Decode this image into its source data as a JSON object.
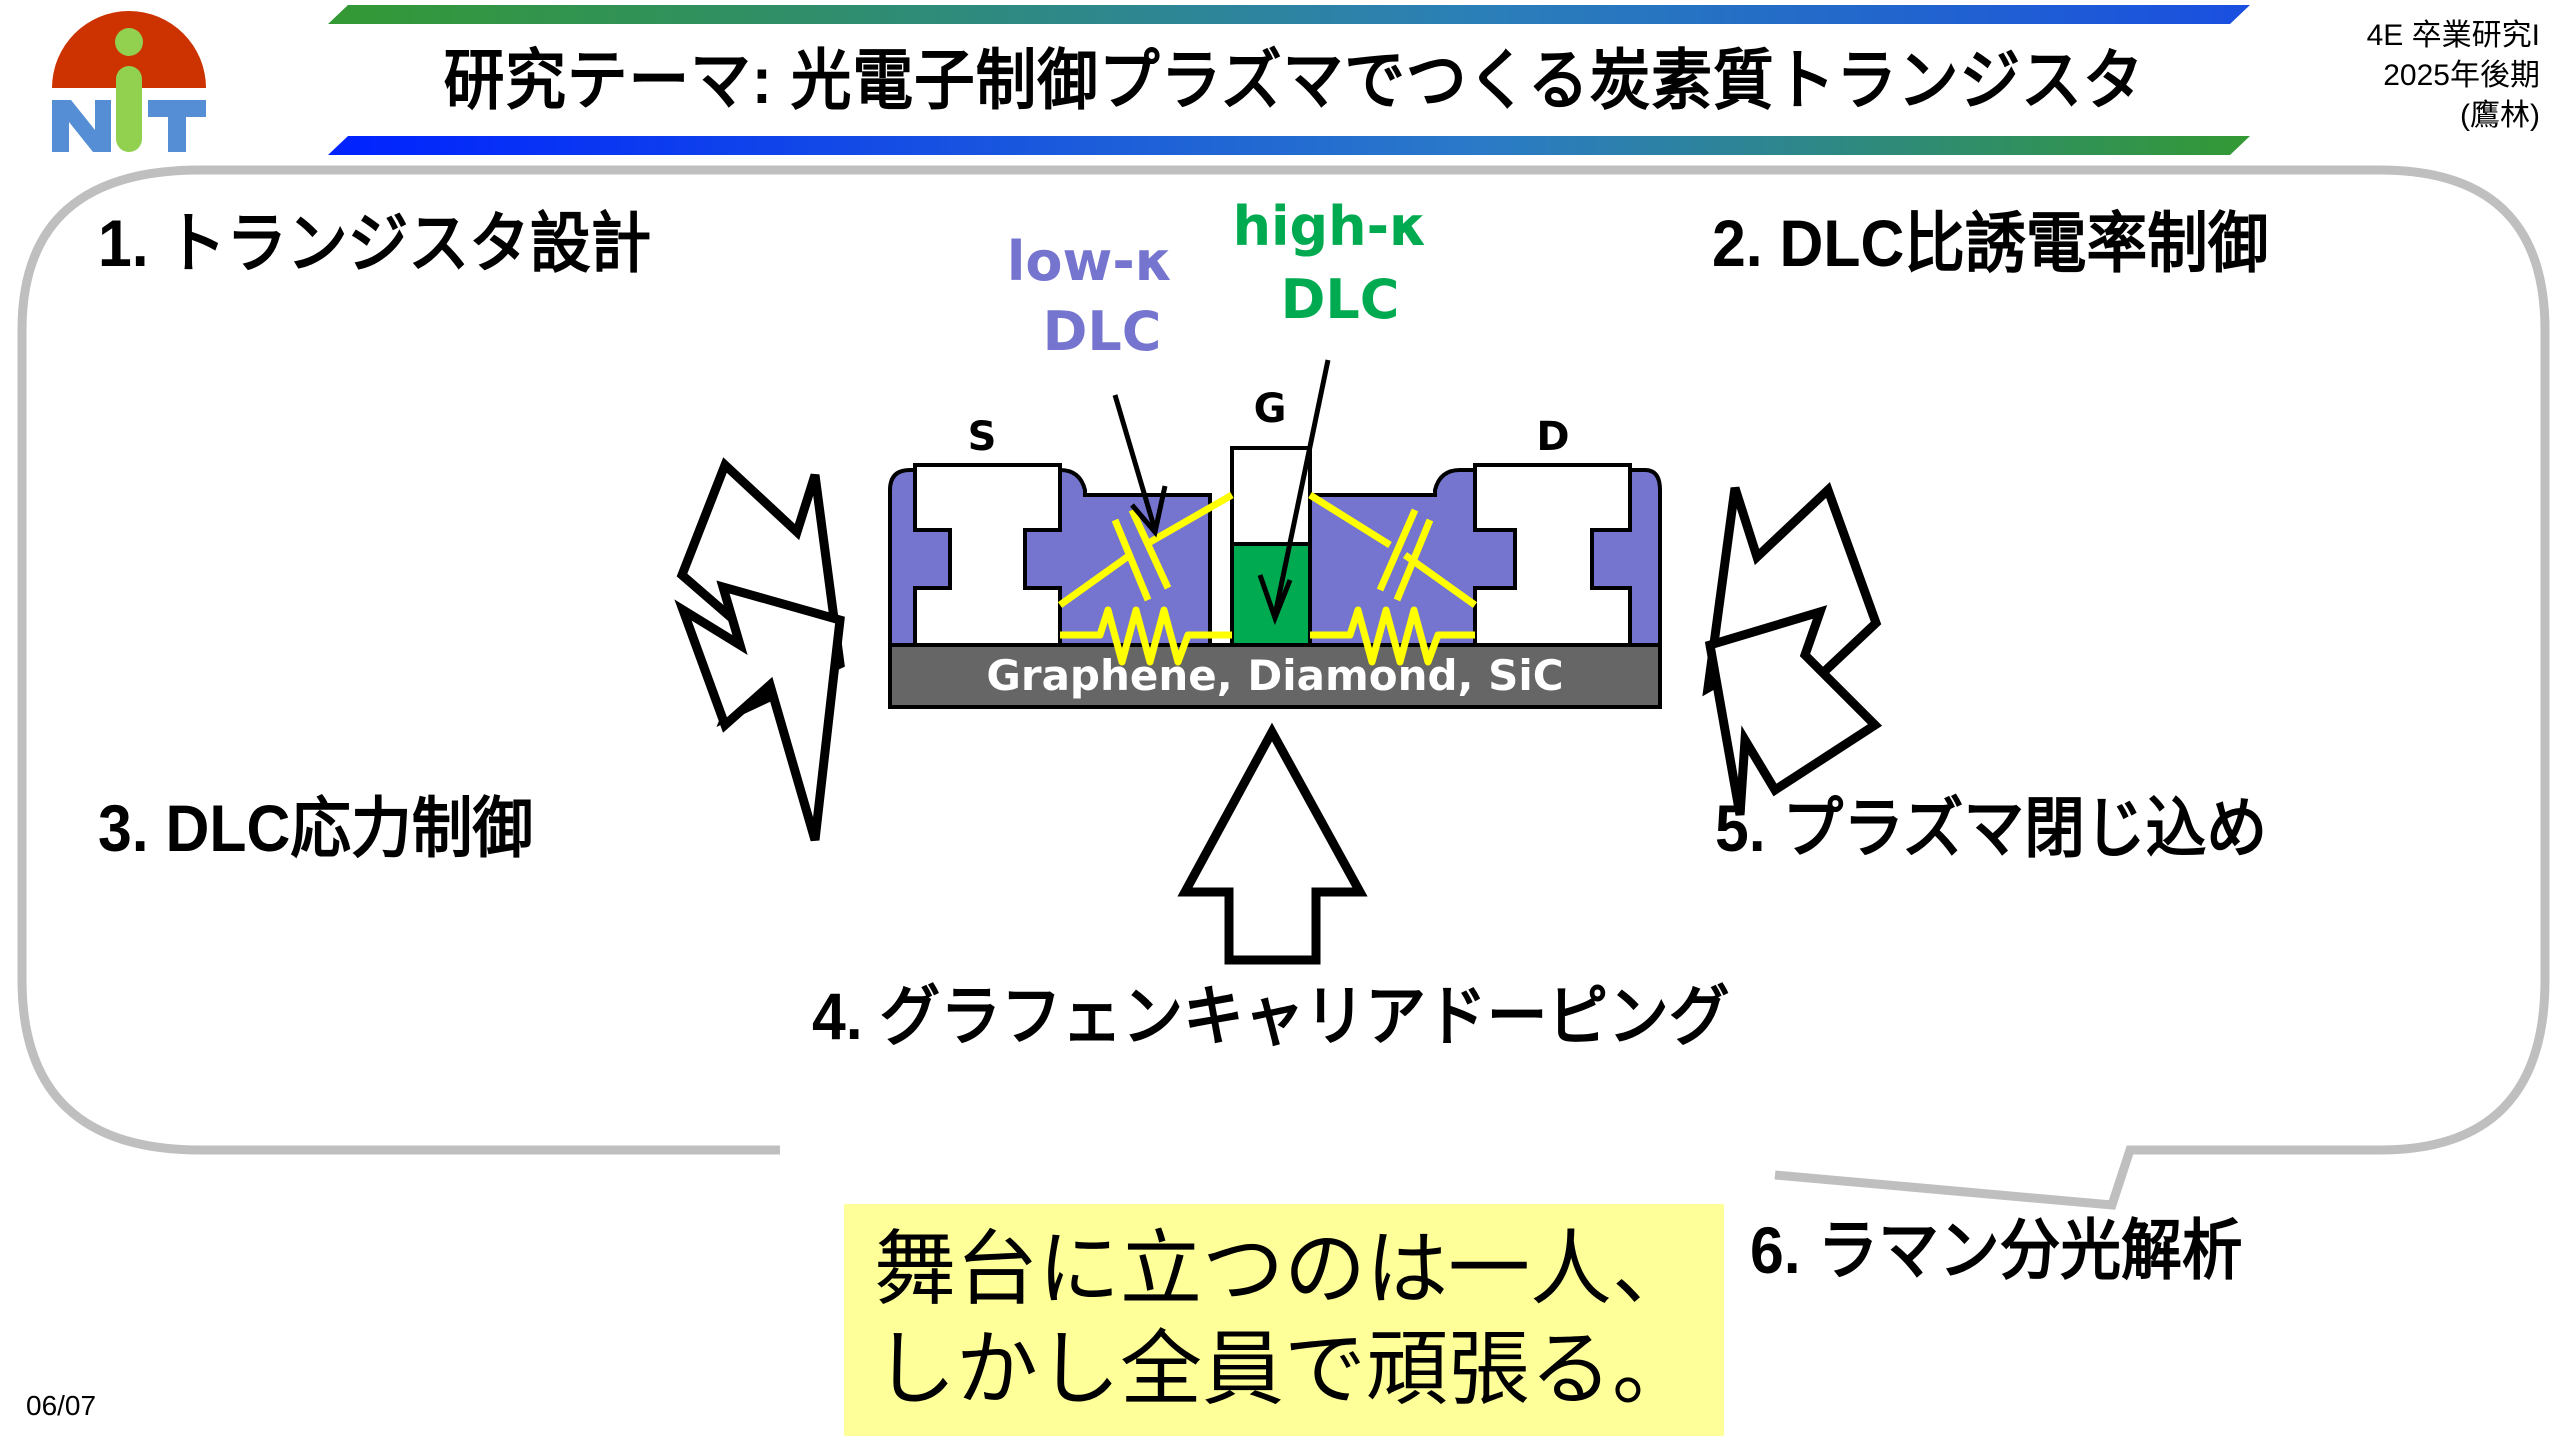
{
  "slide": {
    "title": "研究テーマ: 光電子制御プラズマでつくる炭素質トランジスタ",
    "header_info": [
      "4E 卒業研究I",
      "2025年後期",
      "(鷹林)"
    ],
    "logo_text": "NIT",
    "page_number": "06/07"
  },
  "items": [
    {
      "label": "1. トランジスタ設計"
    },
    {
      "label": "2. DLC比誘電率制御"
    },
    {
      "label": "3. DLC応力制御"
    },
    {
      "label": "4. グラフェンキャリアドーピング"
    },
    {
      "label": "5. プラズマ閉じ込め"
    },
    {
      "label": "6. ラマン分光解析"
    }
  ],
  "device": {
    "source_label": "S",
    "gate_label": "G",
    "drain_label": "D",
    "low_k_label": [
      "low-κ",
      "DLC"
    ],
    "high_k_label": [
      "high-κ",
      "DLC"
    ],
    "substrate_label": "Graphene, Diamond, SiC"
  },
  "motto": {
    "lines": [
      "舞台に立つのは一人、",
      "しかし全員で頑張る。"
    ]
  },
  "colors": {
    "logo_red": "#cc3300",
    "logo_green": "#92d050",
    "logo_blue": "#558ed5",
    "band_green": "#339933",
    "band_blue": "#0033ff",
    "low_k": "#7575cf",
    "high_k": "#00aa50",
    "substrate": "#666666",
    "circuit_yellow": "#ffff00",
    "frame_gray": "#bfbfbf",
    "motto_bg": "#ffff99"
  }
}
